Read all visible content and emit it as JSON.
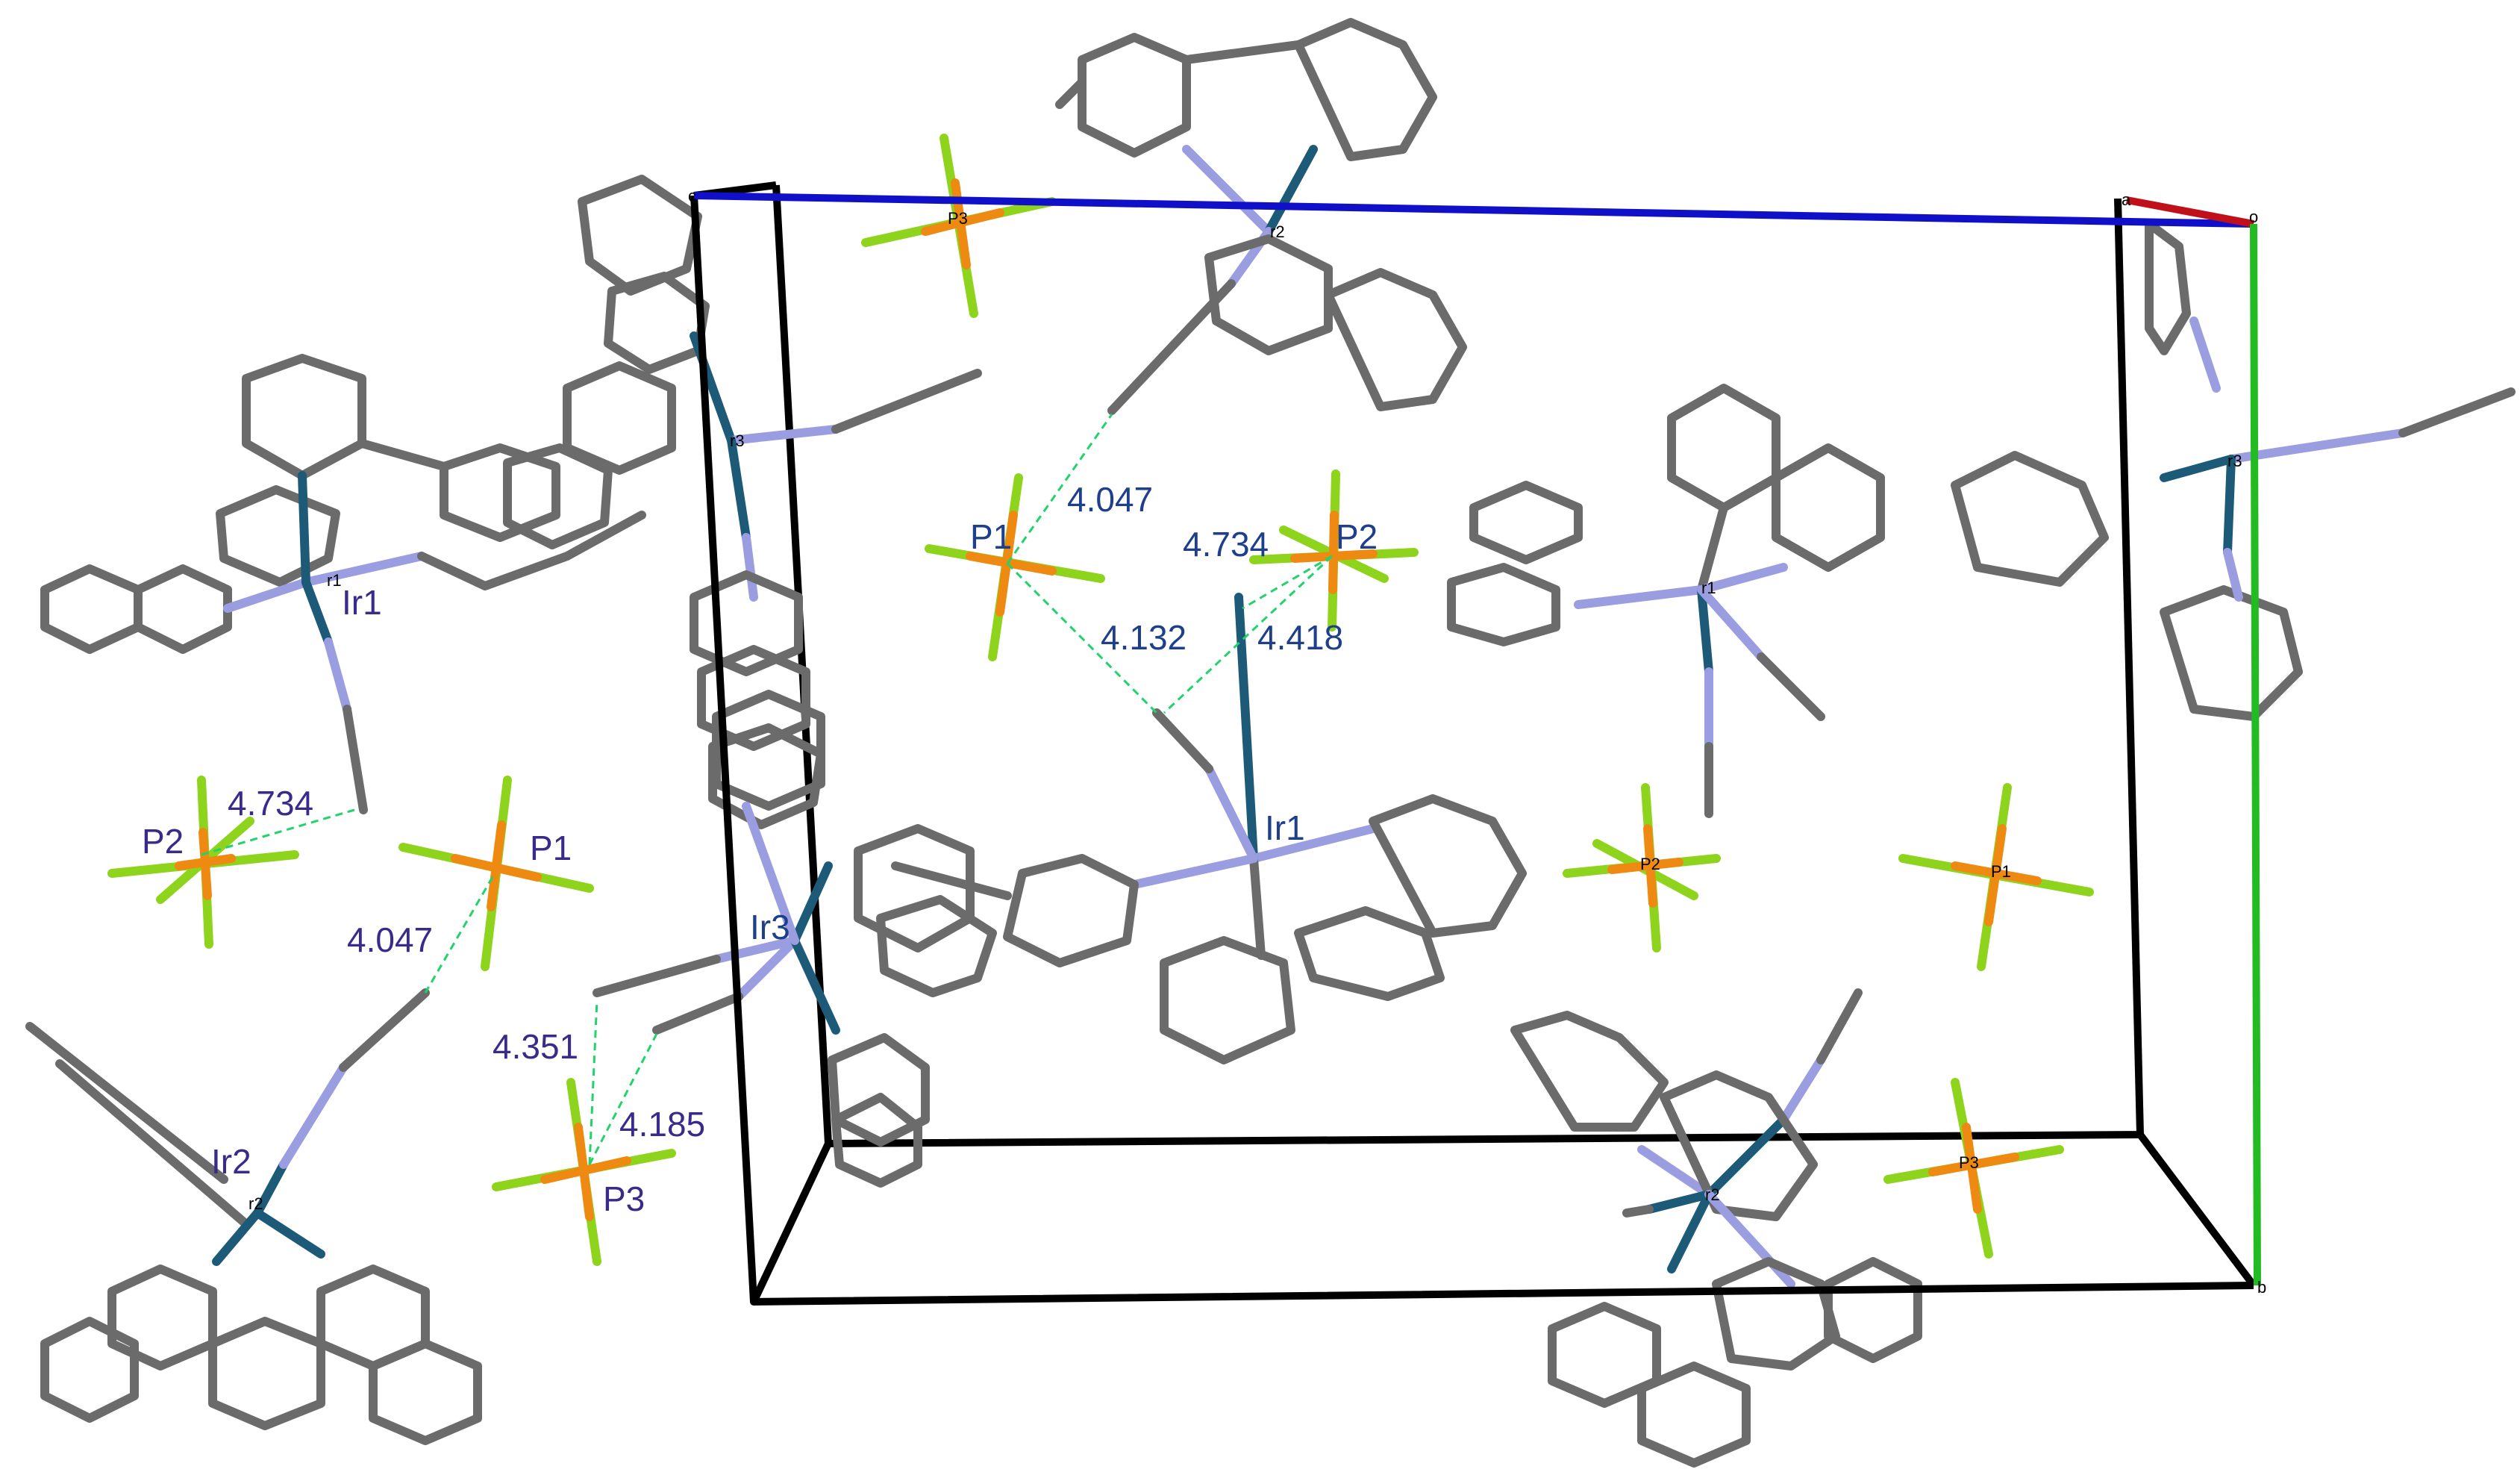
{
  "colors": {
    "carbon": "#6b6b6b",
    "nitrogen": "#9a9ee0",
    "iridium": "#1d5a78",
    "phosphorus": "#ee8a12",
    "fluorine": "#8ed41c",
    "contact": "#22d36a",
    "distance_label": "#2a2a9a",
    "atom_label_left": "#3a2a8a",
    "atom_label_center": "#1e3f8c",
    "cell_edge": "#000000",
    "axis_a": "#c0101a",
    "axis_b": "#22bb22",
    "axis_c": "#1010c8"
  },
  "cell_corners": {
    "origin": "o",
    "a": "a",
    "b": "b",
    "c": "c"
  },
  "left_cluster": {
    "atoms": {
      "ir1": "Ir1",
      "ir2": "Ir2",
      "p1": "P1",
      "p2": "P2",
      "p3": "P3"
    },
    "contacts": {
      "d1": "4.734",
      "d2": "4.047",
      "d3": "4.351",
      "d4": "4.185"
    }
  },
  "center_cluster": {
    "atoms": {
      "ir1": "Ir1",
      "ir3": "Ir3",
      "p1": "P1",
      "p2": "P2"
    },
    "contacts": {
      "d1": "4.047",
      "d2": "4.734",
      "d3": "4.132",
      "d4": "4.418"
    }
  },
  "small_labels": {
    "ir1_left": "r1",
    "ir2_left": "r2",
    "ir3_upper": "r3",
    "ir2_top": "r2",
    "ir1_right": "r1",
    "ir3_right": "r3",
    "ir2_bottom": "r2",
    "p3_top": "P3",
    "p2_right": "P2",
    "p1_right": "P1",
    "p3_right": "P3"
  }
}
